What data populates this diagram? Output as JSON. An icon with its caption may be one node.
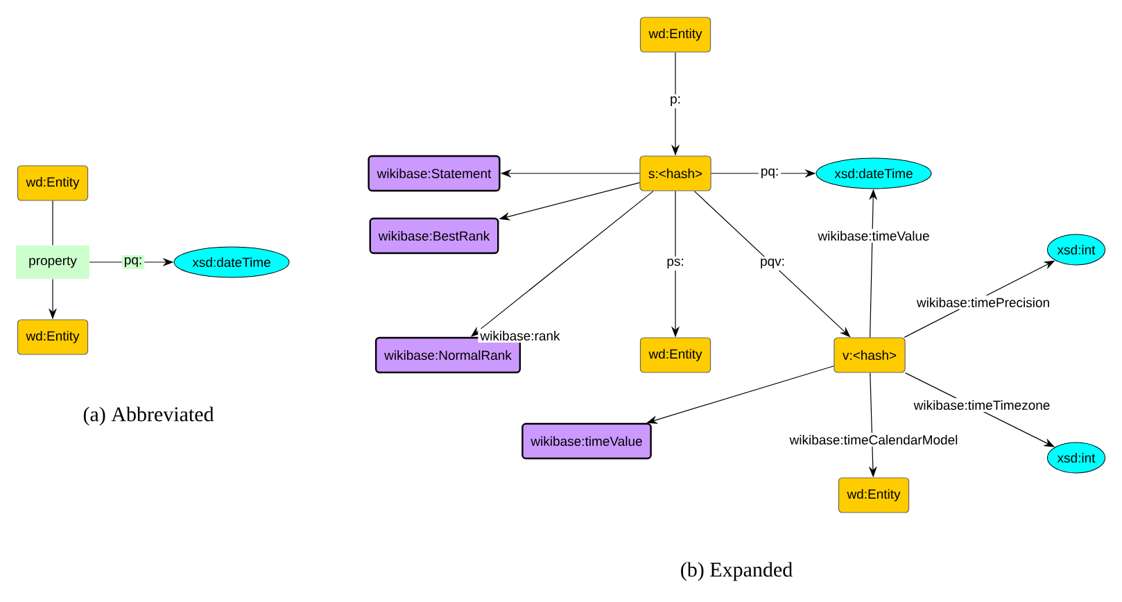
{
  "diagram": {
    "nodes": [
      {
        "text": [
          "wd:Entity"
        ]
      },
      {
        "text": [
          "property"
        ]
      },
      {
        "text": [
          "xsd:dateTime"
        ]
      },
      {
        "text": [
          "wd:Entity"
        ]
      },
      {
        "text": [
          "wd:Entity"
        ]
      },
      {
        "text": [
          "s:<hash>"
        ]
      },
      {
        "text": [
          "wikibase:Statement"
        ]
      },
      {
        "text": [
          "xsd:dateTime"
        ]
      },
      {
        "text": [
          "wikibase:BestRank"
        ]
      },
      {
        "text": [
          "wikibase:NormalRank"
        ]
      },
      {
        "text": [
          "wd:Entity"
        ]
      },
      {
        "text": [
          "v:<hash>"
        ]
      },
      {
        "text": [
          "xsd:int"
        ]
      },
      {
        "text": [
          "wikibase:timeValue"
        ]
      },
      {
        "text": [
          "wd:Entity"
        ]
      },
      {
        "text": [
          "xsd:int"
        ]
      }
    ],
    "edges": [
      {
        "from": 0,
        "to": 1,
        "arrow": "none"
      },
      {
        "from": 1,
        "to": 3,
        "arrow": "to"
      },
      {
        "from": 1,
        "to": 2,
        "arrow": "to",
        "label": "pq:"
      },
      {
        "from": 4,
        "to": 5,
        "arrow": "to",
        "label": "p:"
      },
      {
        "from": 5,
        "to": 6,
        "arrow": "to"
      },
      {
        "from": 5,
        "to": 7,
        "arrow": "to",
        "label": "pq:"
      },
      {
        "from": 5,
        "to": 8,
        "arrow": "to"
      },
      {
        "from": 5,
        "to": 9,
        "arrow": "to",
        "label": "wikibase:rank"
      },
      {
        "from": 5,
        "to": 10,
        "arrow": "to",
        "label": "ps:"
      },
      {
        "from": 5,
        "to": 11,
        "arrow": "to",
        "label": "pqv:"
      },
      {
        "from": 11,
        "to": 7,
        "arrow": "to",
        "label": "wikibase:timeValue"
      },
      {
        "from": 11,
        "to": 12,
        "arrow": "to",
        "label": "wikibase:timePrecision"
      },
      {
        "from": 11,
        "to": 13,
        "arrow": "to"
      },
      {
        "from": 11,
        "to": 14,
        "arrow": "to",
        "label": "wikibase:timeCalendarModel"
      },
      {
        "from": 11,
        "to": 15,
        "arrow": "to",
        "label": "wikibase:timeTimezone"
      }
    ],
    "labels": [
      "(a) Abbreviated",
      "(b) Expanded"
    ]
  }
}
